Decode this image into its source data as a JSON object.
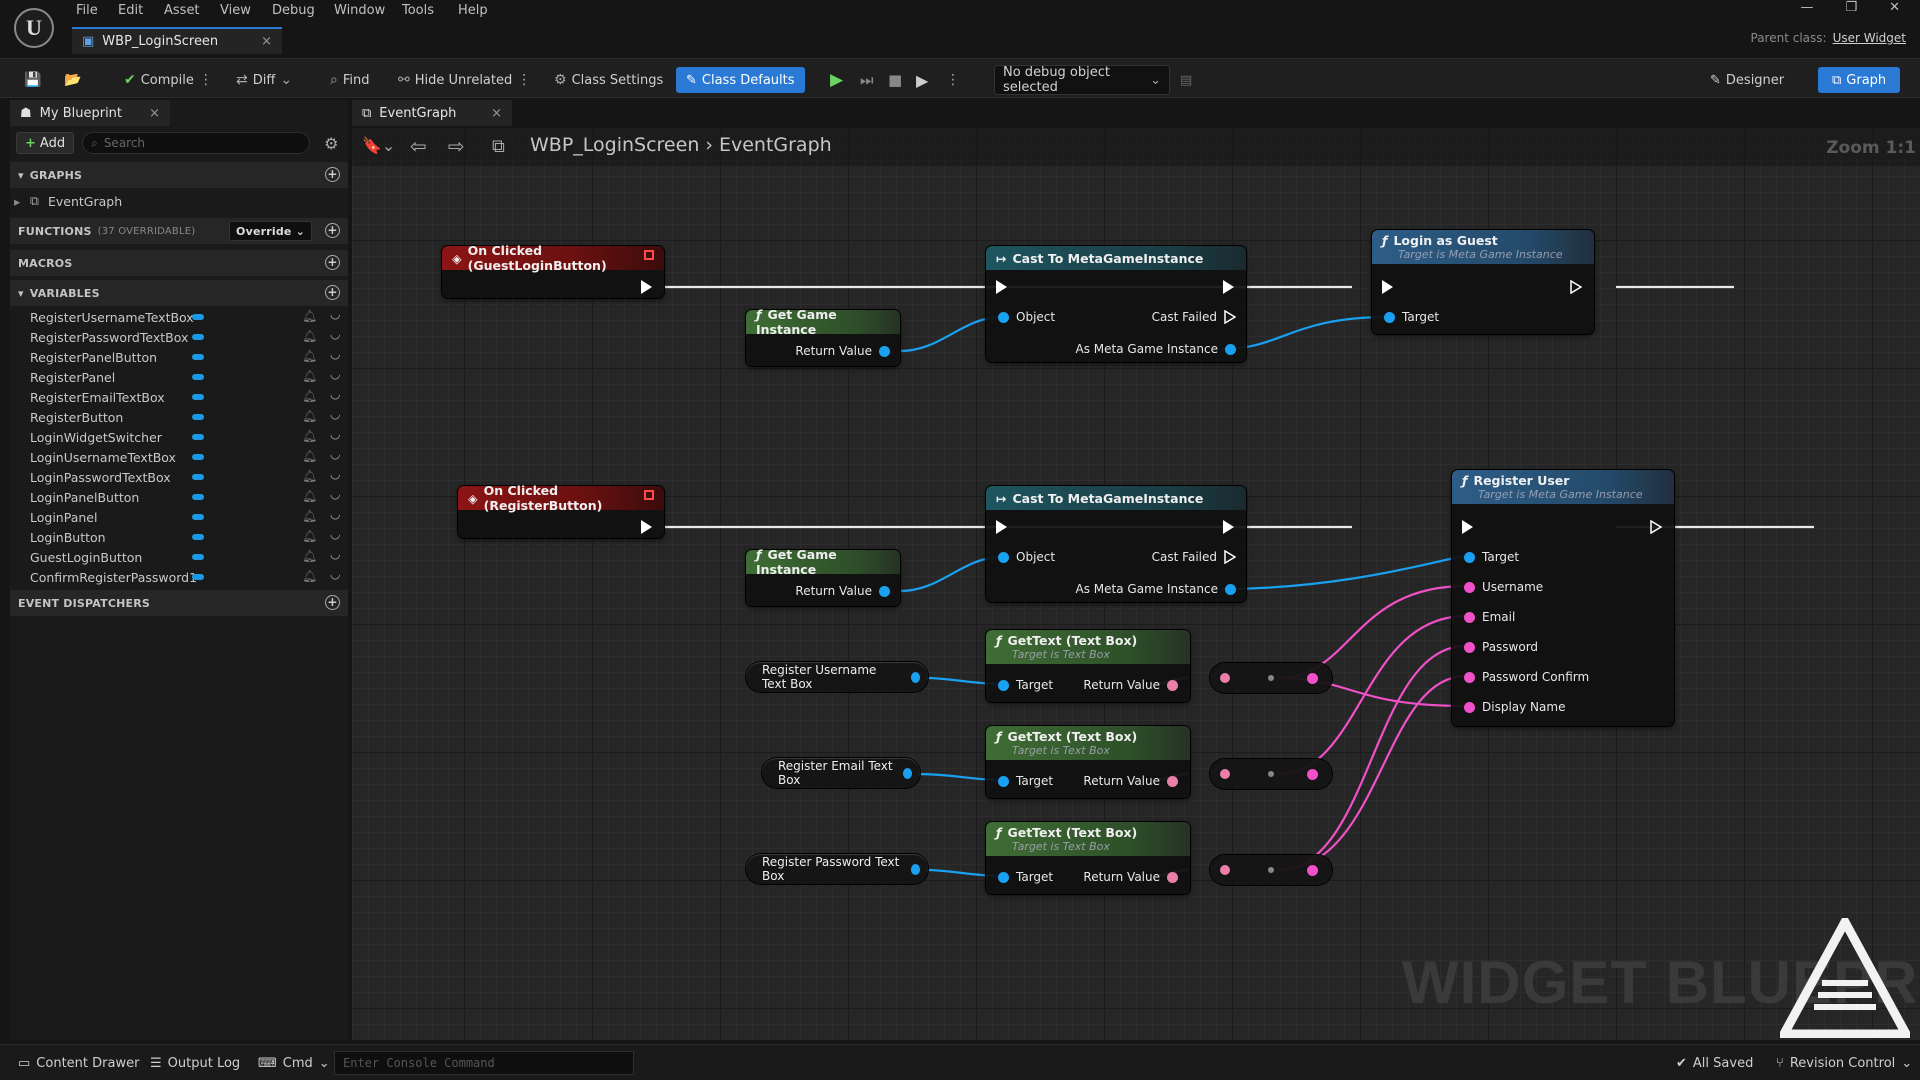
{
  "menu": [
    "File",
    "Edit",
    "Asset",
    "View",
    "Debug",
    "Window",
    "Tools",
    "Help"
  ],
  "document_tab": {
    "title": "WBP_LoginScreen",
    "close": "×"
  },
  "window_controls": [
    "—",
    "❐",
    "✕"
  ],
  "parent_class": {
    "label": "Parent class:",
    "value": "User Widget"
  },
  "toolbar": {
    "compile": "Compile",
    "diff": "Diff",
    "find": "Find",
    "hide_unrelated": "Hide Unrelated",
    "class_settings": "Class Settings",
    "class_defaults": "Class Defaults",
    "debug_object": "No debug object selected",
    "designer": "Designer",
    "graph": "Graph"
  },
  "left_panel": {
    "tab": "My Blueprint",
    "close": "×",
    "add": "Add",
    "search_placeholder": "Search",
    "sections": {
      "graphs": "GRAPHS",
      "graph_item": "EventGraph",
      "functions": "FUNCTIONS",
      "functions_sub": "(37 OVERRIDABLE)",
      "override": "Override",
      "macros": "MACROS",
      "variables": "VARIABLES",
      "event_dispatchers": "EVENT DISPATCHERS"
    },
    "variables": [
      "RegisterUsernameTextBox",
      "RegisterPasswordTextBox",
      "RegisterPanelButton",
      "RegisterPanel",
      "RegisterEmailTextBox",
      "RegisterButton",
      "LoginWidgetSwitcher",
      "LoginUsernameTextBox",
      "LoginPasswordTextBox",
      "LoginPanelButton",
      "LoginPanel",
      "LoginButton",
      "GuestLoginButton",
      "ConfirmRegisterPassword1"
    ]
  },
  "graph": {
    "tab": "EventGraph",
    "close": "×",
    "breadcrumb": [
      "WBP_LoginScreen",
      "EventGraph"
    ],
    "zoom": "Zoom 1:1",
    "watermark": "WIDGET BLUEPRINT",
    "nodes": {
      "event1": "On Clicked (GuestLoginButton)",
      "event2": "On Clicked (RegisterButton)",
      "get_gi": "Get Game Instance",
      "return_value": "Return Value",
      "cast": "Cast To MetaGameInstance",
      "object": "Object",
      "cast_failed": "Cast Failed",
      "as_meta": "As Meta Game Instance",
      "login_guest": "Login as Guest",
      "target_meta": "Target is Meta Game Instance",
      "target": "Target",
      "register_user": "Register User",
      "register_pins": [
        "Target",
        "Username",
        "Email",
        "Password",
        "Password Confirm",
        "Display Name"
      ],
      "gettext": "GetText (Text Box)",
      "target_textbox": "Target is Text Box",
      "var_username": "Register Username Text Box",
      "var_email": "Register Email Text Box",
      "var_password": "Register Password Text Box"
    }
  },
  "status": {
    "content_drawer": "Content Drawer",
    "output_log": "Output Log",
    "cmd": "Cmd",
    "console_placeholder": "Enter Console Command",
    "all_saved": "All Saved",
    "revision_control": "Revision Control"
  },
  "colors": {
    "accent": "#2a7ad5",
    "event_header": "#8d1414",
    "pure_header": "#3f6e35",
    "cast_header": "#1e5560",
    "call_header": "#2d5d87",
    "object_pin": "#1aa0f0",
    "string_pin": "#f050c8"
  }
}
